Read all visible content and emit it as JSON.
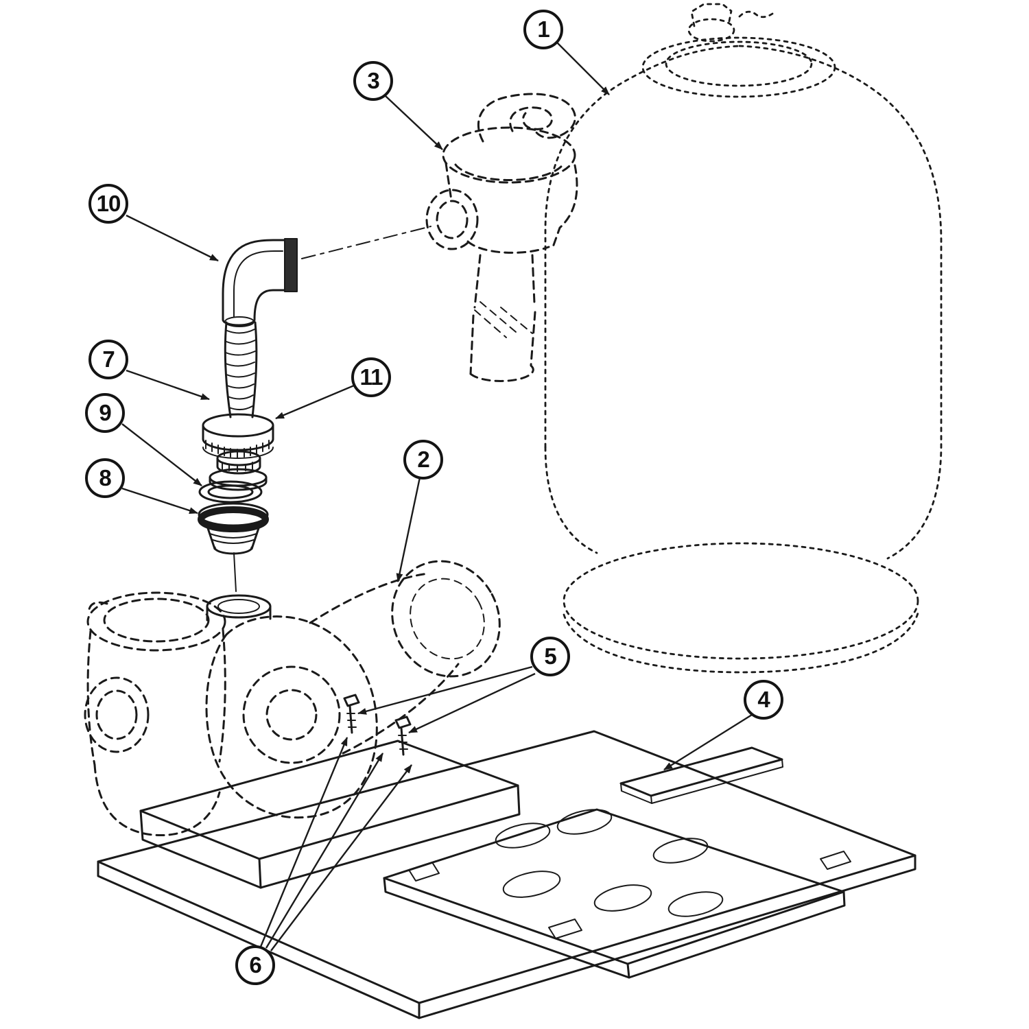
{
  "diagram": {
    "colors": {
      "line": "#1a1a1a",
      "background": "#ffffff"
    },
    "callouts": [
      {
        "label": "1"
      },
      {
        "label": "2"
      },
      {
        "label": "3"
      },
      {
        "label": "4"
      },
      {
        "label": "5"
      },
      {
        "label": "6"
      },
      {
        "label": "7"
      },
      {
        "label": "8"
      },
      {
        "label": "9"
      },
      {
        "label": "10"
      },
      {
        "label": "11"
      }
    ]
  }
}
